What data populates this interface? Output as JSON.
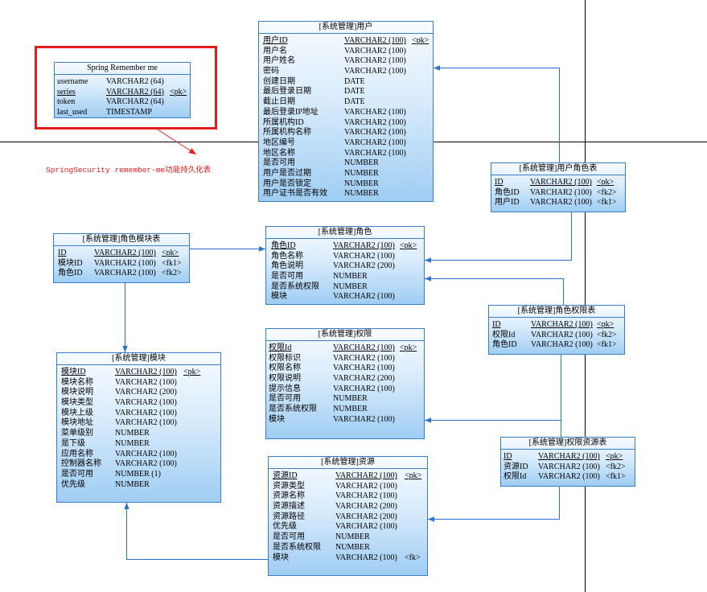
{
  "colors": {
    "table_border": "#3a7dc4",
    "table_fill_top": "#f7fbff",
    "table_fill_bottom": "#9fcdf3",
    "connector": "#2a72cc",
    "highlight": "#e41c1c",
    "page_line": "#000000"
  },
  "annotation": {
    "text": "SpringSecurity remember-me功能持久化表"
  },
  "tables": {
    "remember_me": {
      "title": "Spring Remember me",
      "columns": [
        {
          "name": "username",
          "type": "VARCHAR2 (64)"
        },
        {
          "name": "series",
          "type": "VARCHAR2 (64)",
          "key": "<pk>"
        },
        {
          "name": "token",
          "type": "VARCHAR2 (64)"
        },
        {
          "name": "last_used",
          "type": "TIMESTAMP"
        }
      ]
    },
    "user": {
      "title": "[系统管理]用户",
      "columns": [
        {
          "name": "用户ID",
          "type": "VARCHAR2 (100)",
          "key": "<pk>"
        },
        {
          "name": "用户名",
          "type": "VARCHAR2 (100)"
        },
        {
          "name": "用户姓名",
          "type": "VARCHAR2 (100)"
        },
        {
          "name": "密码",
          "type": "VARCHAR2 (100)"
        },
        {
          "name": "创建日期",
          "type": "DATE"
        },
        {
          "name": "最后登录日期",
          "type": "DATE"
        },
        {
          "name": "截止日期",
          "type": "DATE"
        },
        {
          "name": "最后登录IP地址",
          "type": "VARCHAR2 (100)"
        },
        {
          "name": "所属机构ID",
          "type": "VARCHAR2 (100)"
        },
        {
          "name": "所属机构名称",
          "type": "VARCHAR2 (100)"
        },
        {
          "name": "地区编号",
          "type": "VARCHAR2 (100)"
        },
        {
          "name": "地区名称",
          "type": "VARCHAR2 (100)"
        },
        {
          "name": "是否可用",
          "type": "NUMBER"
        },
        {
          "name": "用户是否过期",
          "type": "NUMBER"
        },
        {
          "name": "用户是否锁定",
          "type": "NUMBER"
        },
        {
          "name": "用户证书是否有效",
          "type": "NUMBER"
        }
      ]
    },
    "user_role": {
      "title": "[系统管理]用户角色表",
      "columns": [
        {
          "name": "ID",
          "type": "VARCHAR2 (100)",
          "key": "<pk>"
        },
        {
          "name": "角色ID",
          "type": "VARCHAR2 (100)",
          "key": "<fk2>"
        },
        {
          "name": "用户ID",
          "type": "VARCHAR2 (100)",
          "key": "<fk1>"
        }
      ]
    },
    "role_module": {
      "title": "[系统管理]角色模块表",
      "columns": [
        {
          "name": "ID",
          "type": "VARCHAR2 (100)",
          "key": "<pk>"
        },
        {
          "name": "模块ID",
          "type": "VARCHAR2 (100)",
          "key": "<fk1>"
        },
        {
          "name": "角色ID",
          "type": "VARCHAR2 (100)",
          "key": "<fk2>"
        }
      ]
    },
    "role": {
      "title": "[系统管理]角色",
      "columns": [
        {
          "name": "角色ID",
          "type": "VARCHAR2 (100)",
          "key": "<pk>"
        },
        {
          "name": "角色名称",
          "type": "VARCHAR2 (100)"
        },
        {
          "name": "角色说明",
          "type": "VARCHAR2 (200)"
        },
        {
          "name": "是否可用",
          "type": "NUMBER"
        },
        {
          "name": "是否系统权限",
          "type": "NUMBER"
        },
        {
          "name": "模块",
          "type": "VARCHAR2 (100)"
        }
      ]
    },
    "role_permission": {
      "title": "[系统管理]角色权限表",
      "columns": [
        {
          "name": "ID",
          "type": "VARCHAR2 (100)",
          "key": "<pk>"
        },
        {
          "name": "权限Id",
          "type": "VARCHAR2 (100)",
          "key": "<fk2>"
        },
        {
          "name": "角色ID",
          "type": "VARCHAR2 (100)",
          "key": "<fk1>"
        }
      ]
    },
    "permission": {
      "title": "[系统管理]权限",
      "columns": [
        {
          "name": "权限Id",
          "type": "VARCHAR2 (100)",
          "key": "<pk>"
        },
        {
          "name": "权限标识",
          "type": "VARCHAR2 (100)"
        },
        {
          "name": "权限名称",
          "type": "VARCHAR2 (100)"
        },
        {
          "name": "权限说明",
          "type": "VARCHAR2 (200)"
        },
        {
          "name": "提示信息",
          "type": "VARCHAR2 (100)"
        },
        {
          "name": "是否可用",
          "type": "NUMBER"
        },
        {
          "name": "是否系统权限",
          "type": "NUMBER"
        },
        {
          "name": "模块",
          "type": "VARCHAR2 (100)"
        }
      ]
    },
    "module": {
      "title": "[系统管理]模块",
      "columns": [
        {
          "name": "模块ID",
          "type": "VARCHAR2 (100)",
          "key": "<pk>"
        },
        {
          "name": "模块名称",
          "type": "VARCHAR2 (100)"
        },
        {
          "name": "模块说明",
          "type": "VARCHAR2 (200)"
        },
        {
          "name": "模块类型",
          "type": "VARCHAR2 (100)"
        },
        {
          "name": "模块上级",
          "type": "VARCHAR2 (100)"
        },
        {
          "name": "模块地址",
          "type": "VARCHAR2 (100)"
        },
        {
          "name": "菜单级别",
          "type": "NUMBER"
        },
        {
          "name": "是下级",
          "type": "NUMBER"
        },
        {
          "name": "应用名称",
          "type": "VARCHAR2 (100)"
        },
        {
          "name": "控制器名称",
          "type": "VARCHAR2 (100)"
        },
        {
          "name": "是否可用",
          "type": "NUMBER (1)"
        },
        {
          "name": "优先级",
          "type": "NUMBER"
        }
      ]
    },
    "permission_resource": {
      "title": "[系统管理]权限资源表",
      "columns": [
        {
          "name": "ID",
          "type": "VARCHAR2 (100)",
          "key": "<pk>"
        },
        {
          "name": "资源ID",
          "type": "VARCHAR2 (100)",
          "key": "<fk2>"
        },
        {
          "name": "权限Id",
          "type": "VARCHAR2 (100)",
          "key": "<fk1>"
        }
      ]
    },
    "resource": {
      "title": "[系统管理]资源",
      "columns": [
        {
          "name": "资源ID",
          "type": "VARCHAR2 (100)",
          "key": "<pk>"
        },
        {
          "name": "资源类型",
          "type": "VARCHAR2 (100)"
        },
        {
          "name": "资源名称",
          "type": "VARCHAR2 (100)"
        },
        {
          "name": "资源描述",
          "type": "VARCHAR2 (200)"
        },
        {
          "name": "资源路径",
          "type": "VARCHAR2 (200)"
        },
        {
          "name": "优先级",
          "type": "VARCHAR2 (100)"
        },
        {
          "name": "是否可用",
          "type": "NUMBER"
        },
        {
          "name": "是否系统权限",
          "type": "NUMBER"
        },
        {
          "name": "模块",
          "type": "VARCHAR2 (100)",
          "key": "<fk>"
        }
      ]
    }
  }
}
